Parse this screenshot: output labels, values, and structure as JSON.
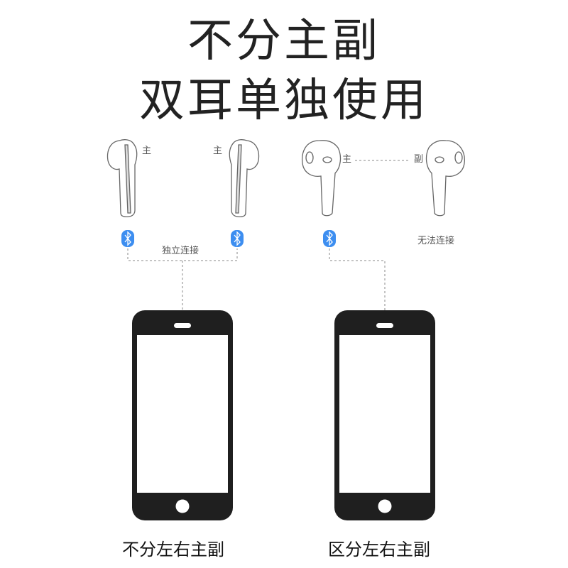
{
  "title": {
    "line1": "不分主副",
    "line2": "双耳单独使用"
  },
  "left_panel": {
    "left_label": "主",
    "right_label": "主",
    "connection_label": "独立连接",
    "caption": "不分左右主副"
  },
  "right_panel": {
    "left_label": "主",
    "right_label": "副",
    "status_label": "无法连接",
    "caption": "区分左右主副"
  },
  "colors": {
    "bluetooth": "#3d8ef0",
    "phone": "#1f1f1f",
    "line": "#888888"
  }
}
